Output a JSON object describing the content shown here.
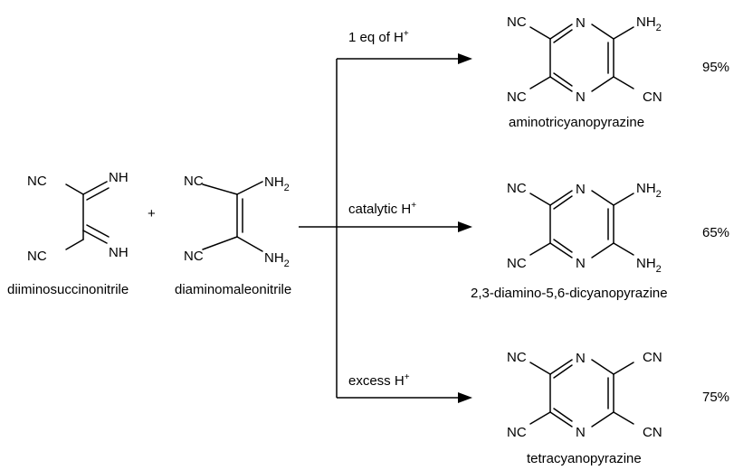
{
  "reactants": {
    "diiminosuccinonitrile": {
      "name": "diiminosuccinonitrile",
      "nc_top": "NC",
      "nc_bottom": "NC",
      "nh_top": "NH",
      "nh_bottom": "NH"
    },
    "plus": "+",
    "diaminomaleonitrile": {
      "name": "diaminomaleonitrile",
      "nc_top": "NC",
      "nc_bottom": "NC",
      "nh2_top": "NH",
      "nh2_bottom": "NH",
      "sub_2": "2"
    }
  },
  "conditions": {
    "top": {
      "text": "1 eq of H",
      "sup": "+"
    },
    "middle": {
      "text": "catalytic H",
      "sup": "+"
    },
    "bottom": {
      "text": "excess H",
      "sup": "+"
    }
  },
  "products": [
    {
      "name": "aminotricyanopyrazine",
      "yield": "95%",
      "ring_n": "N",
      "tl": "NC",
      "bl": "NC",
      "tr": "NH",
      "tr_sub": "2",
      "br": "CN"
    },
    {
      "name": "2,3-diamino-5,6-dicyanopyrazine",
      "yield": "65%",
      "ring_n": "N",
      "tl": "NC",
      "bl": "NC",
      "tr": "NH",
      "tr_sub": "2",
      "br": "NH",
      "br_sub": "2"
    },
    {
      "name": "tetracyanopyrazine",
      "yield": "75%",
      "ring_n": "N",
      "tl": "NC",
      "bl": "NC",
      "tr": "CN",
      "br": "CN"
    }
  ]
}
